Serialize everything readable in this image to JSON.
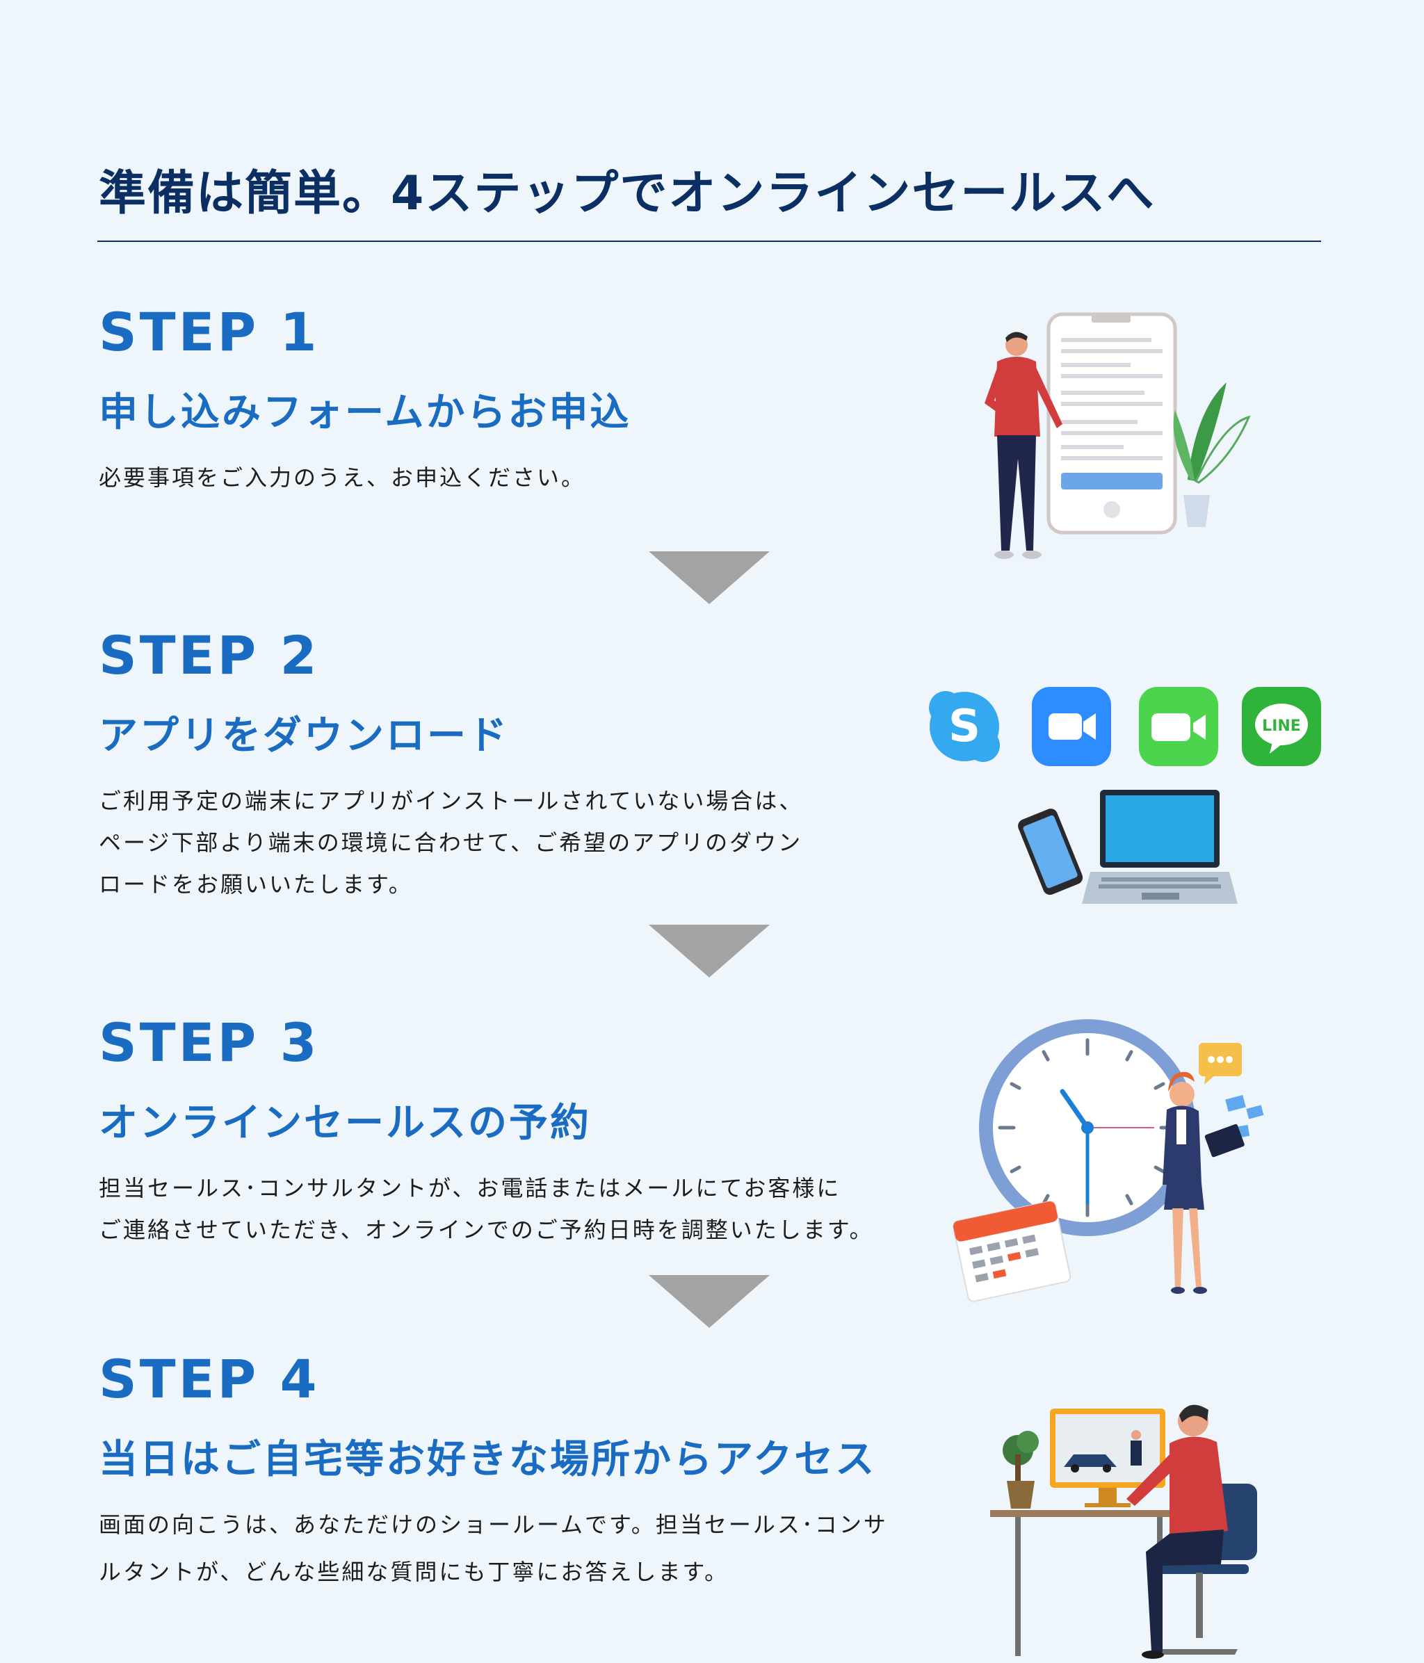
{
  "page": {
    "title": "準備は簡単。4ステップでオンラインセールスへ",
    "accent_color": "#1a6bc2",
    "title_color": "#0b2f63",
    "arrow_color": "#a3a3a3"
  },
  "steps": [
    {
      "label": "STEP 1",
      "heading": "申し込みフォームからお申込",
      "description": [
        "必要事項をご入力のうえ、お申込ください。"
      ]
    },
    {
      "label": "STEP 2",
      "heading": "アプリをダウンロード",
      "description": [
        "ご利用予定の端末にアプリがインストールされていない場合は、",
        "ページ下部より端末の環境に合わせて、ご希望のアプリのダウン",
        "ロードをお願いいたします。"
      ]
    },
    {
      "label": "STEP 3",
      "heading": "オンラインセールスの予約",
      "description": [
        "担当セールス･コンサルタントが、お電話またはメールにてお客様に",
        "ご連絡させていただき、オンラインでのご予約日時を調整いたします。"
      ]
    },
    {
      "label": "STEP 4",
      "heading": "当日はご自宅等お好きな場所からアクセス",
      "description": [
        "画面の向こうは、あなただけのショールームです。担当セールス･コンサ",
        "ルタントが、どんな些細な質問にも丁寧にお答えします。"
      ]
    }
  ],
  "apps": {
    "skype_letter": "S",
    "line_label": "LINE",
    "icons": [
      "skype-icon",
      "zoom-icon",
      "facetime-icon",
      "line-icon"
    ]
  },
  "illustrations": [
    "person-with-phone-form",
    "smartphone-and-laptop",
    "clock-and-businesswoman",
    "man-at-desk-video-call"
  ]
}
